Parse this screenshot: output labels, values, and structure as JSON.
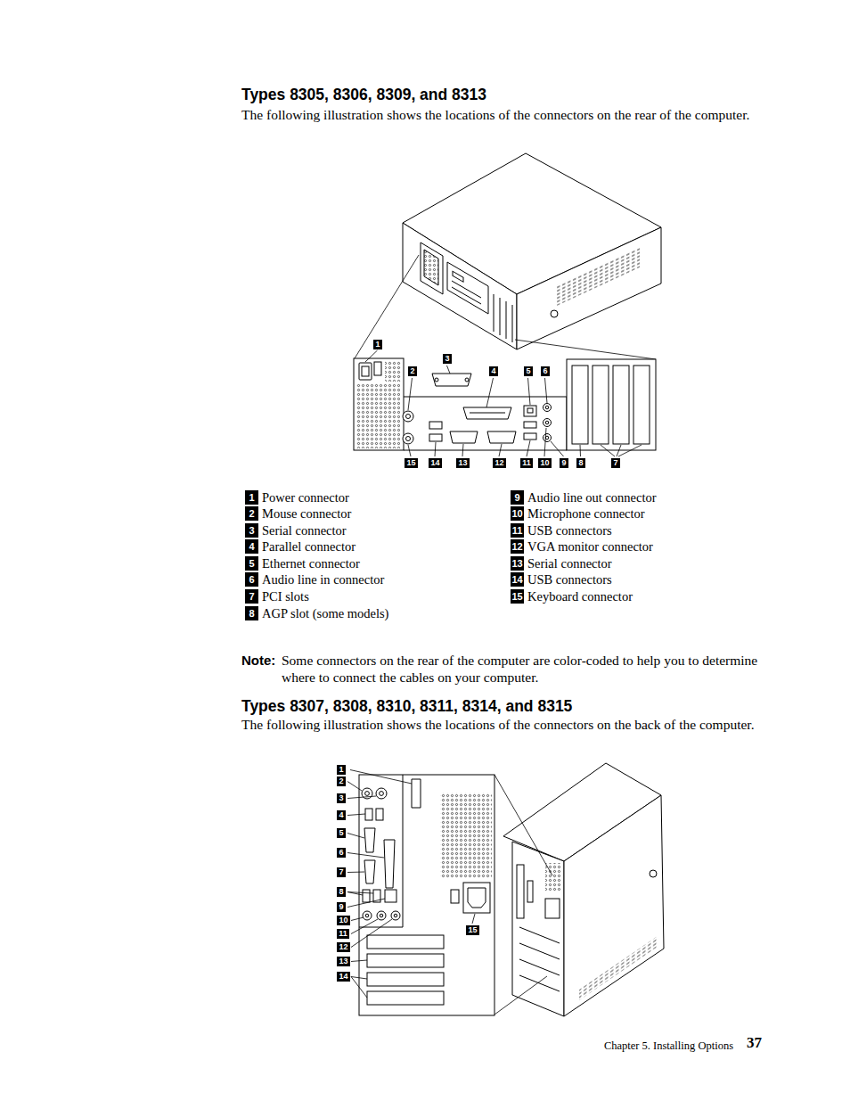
{
  "diagram": {
    "nodes": [
      {
        "text": [
          "1"
        ]
      },
      {
        "text": [
          "2"
        ]
      },
      {
        "text": [
          "3"
        ]
      },
      {
        "text": [
          "4"
        ]
      },
      {
        "text": [
          "5"
        ]
      },
      {
        "text": [
          "6"
        ]
      },
      {
        "text": [
          "7"
        ]
      },
      {
        "text": [
          "8"
        ]
      },
      {
        "text": [
          "9"
        ]
      },
      {
        "text": [
          "10"
        ]
      },
      {
        "text": [
          "11"
        ]
      },
      {
        "text": [
          "12"
        ]
      },
      {
        "text": [
          "13"
        ]
      },
      {
        "text": [
          "14"
        ]
      },
      {
        "text": [
          "15"
        ]
      },
      {
        "text": [
          "1",
          "Power connector"
        ]
      },
      {
        "text": [
          "2",
          "Mouse connector"
        ]
      },
      {
        "text": [
          "3",
          "Serial connector"
        ]
      },
      {
        "text": [
          "4",
          "Parallel connector"
        ]
      },
      {
        "text": [
          "5",
          "Ethernet connector"
        ]
      },
      {
        "text": [
          "6",
          "Audio line in connector"
        ]
      },
      {
        "text": [
          "7",
          "PCI slots"
        ]
      },
      {
        "text": [
          "8",
          "AGP slot (some models)"
        ]
      },
      {
        "text": [
          "9",
          "Audio line out connector"
        ]
      },
      {
        "text": [
          "10",
          "Microphone connector"
        ]
      },
      {
        "text": [
          "11",
          "USB connectors"
        ]
      },
      {
        "text": [
          "12",
          "VGA monitor connector"
        ]
      },
      {
        "text": [
          "13",
          "Serial connector"
        ]
      },
      {
        "text": [
          "14",
          "USB connectors"
        ]
      },
      {
        "text": [
          "15",
          "Keyboard connector"
        ]
      },
      {
        "text": [
          "1"
        ]
      },
      {
        "text": [
          "2"
        ]
      },
      {
        "text": [
          "3"
        ]
      },
      {
        "text": [
          "4"
        ]
      },
      {
        "text": [
          "5"
        ]
      },
      {
        "text": [
          "6"
        ]
      },
      {
        "text": [
          "7"
        ]
      },
      {
        "text": [
          "8"
        ]
      },
      {
        "text": [
          "9"
        ]
      },
      {
        "text": [
          "10"
        ]
      },
      {
        "text": [
          "11"
        ]
      },
      {
        "text": [
          "12"
        ]
      },
      {
        "text": [
          "13"
        ]
      },
      {
        "text": [
          "14"
        ]
      },
      {
        "text": [
          "15"
        ]
      }
    ],
    "labels": [
      "Types 8305, 8306, 8309, and 8313",
      "The following illustration shows the locations of the connectors on the rear of the computer.",
      "Note:",
      "Some connectors on the rear of the computer are color-coded to help you to determine where to connect the cables on your computer.",
      "Types 8307, 8308, 8310, 8311, 8314, and 8315",
      "The following illustration shows the locations of the connectors on the back of the computer.",
      "Chapter 5. Installing Options",
      "37"
    ]
  }
}
